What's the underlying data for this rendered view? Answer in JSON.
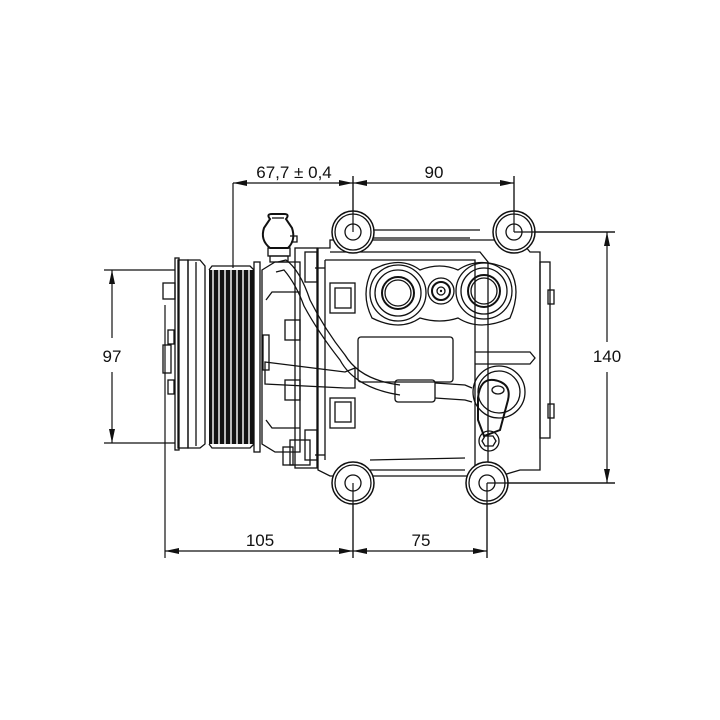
{
  "drawing": {
    "subject": "AC compressor technical dimension drawing",
    "line_color": "#111111",
    "background": "#ffffff"
  },
  "dimensions": {
    "top_left": {
      "label": "67,7 ± 0,4"
    },
    "top_right": {
      "label": "90"
    },
    "left_height": {
      "label": "97"
    },
    "right_height": {
      "label": "140"
    },
    "bottom_left": {
      "label": "105"
    },
    "bottom_right": {
      "label": "75"
    }
  }
}
